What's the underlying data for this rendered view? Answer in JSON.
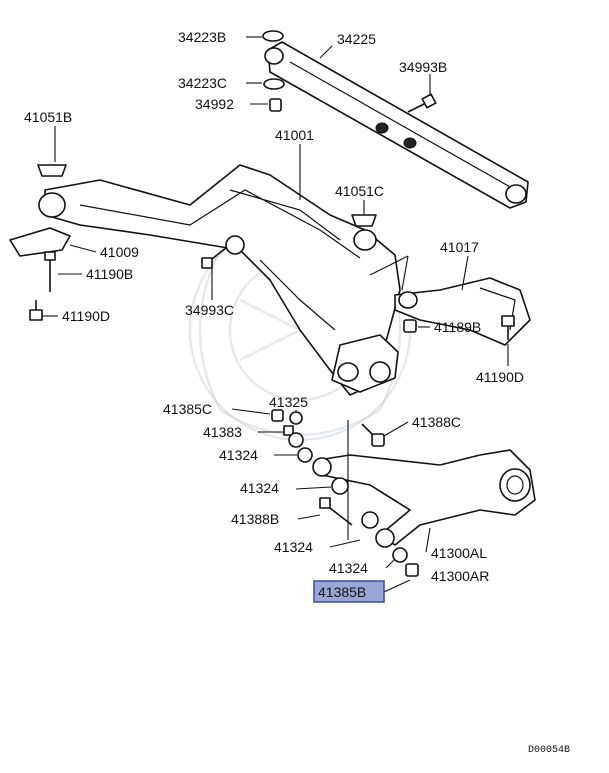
{
  "labels": {
    "p34223B": "34223B",
    "p34225": "34225",
    "p34223C": "34223C",
    "p34993B": "34993B",
    "p34992": "34992",
    "p41051B": "41051B",
    "p41001": "41001",
    "p41051C": "41051C",
    "p41017": "41017",
    "p41009": "41009",
    "p41190B": "41190B",
    "p41190D_left": "41190D",
    "p34993C": "34993C",
    "p41189B": "41189B",
    "p41190D_right": "41190D",
    "p41385C": "41385C",
    "p41325": "41325",
    "p41388C": "41388C",
    "p41383": "41383",
    "p41324_a": "41324",
    "p41324_b": "41324",
    "p41388B": "41388B",
    "p41324_c": "41324",
    "p41324_d": "41324",
    "p41300AL": "41300AL",
    "p41300AR": "41300AR",
    "p41385B": "41385B"
  },
  "diagram_code": "D00054B",
  "highlight": {
    "part": "41385B",
    "fill": "#9aa6d6",
    "border": "#3c4a9e"
  }
}
